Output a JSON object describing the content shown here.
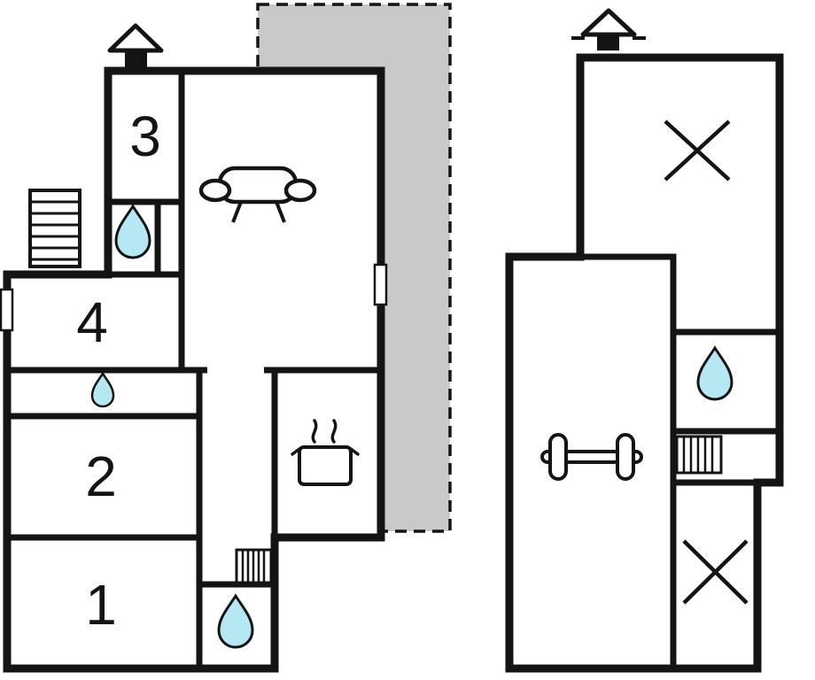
{
  "colors": {
    "wall": "#141414",
    "terrace": "#c9c9c9",
    "water": "#b5e8f2",
    "room_fill": "#ffffff"
  },
  "floor1": {
    "room_labels": {
      "room3": "3",
      "room4": "4",
      "room2": "2",
      "room1": "1"
    },
    "icons": [
      "chimney-icon",
      "stairs-icon",
      "water-drop-icon",
      "sofa-icon",
      "door-opening",
      "pot-steam-icon",
      "stairs-icon-small",
      "water-drop-icon-small",
      "terrace-dashed-area"
    ]
  },
  "floor2": {
    "icons": [
      "chimney-icon",
      "void-cross-icon",
      "water-drop-icon",
      "stairs-icon-small",
      "dumbbell-icon",
      "void-cross-icon"
    ]
  }
}
